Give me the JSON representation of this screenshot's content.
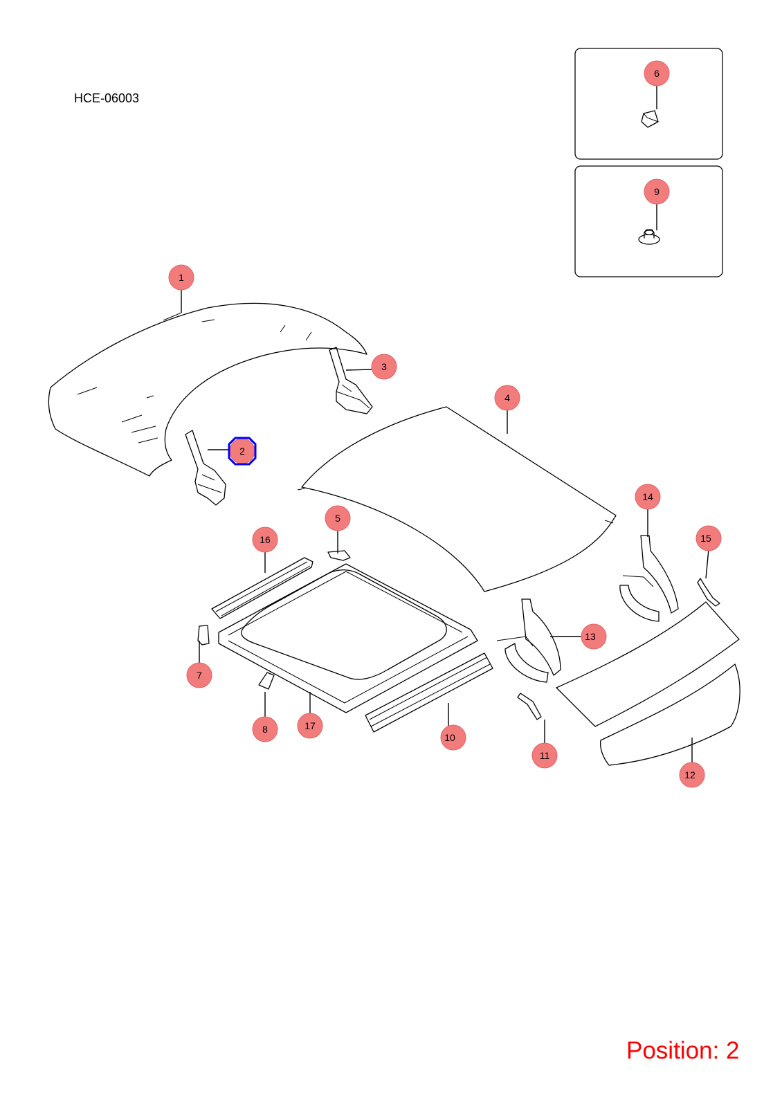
{
  "diagram_code": "HCE-06003",
  "position_label": "Position: 2",
  "selected_position": "2",
  "colors": {
    "callout_fill": "#f27c7c",
    "highlight": "#0000ff",
    "position_text": "#ff0000"
  },
  "callouts": [
    {
      "id": "1",
      "label": "1"
    },
    {
      "id": "2",
      "label": "2"
    },
    {
      "id": "3",
      "label": "3"
    },
    {
      "id": "4",
      "label": "4"
    },
    {
      "id": "5",
      "label": "5"
    },
    {
      "id": "6",
      "label": "6"
    },
    {
      "id": "7",
      "label": "7"
    },
    {
      "id": "8",
      "label": "8"
    },
    {
      "id": "9",
      "label": "9"
    },
    {
      "id": "10",
      "label": "10"
    },
    {
      "id": "11",
      "label": "11"
    },
    {
      "id": "12",
      "label": "12"
    },
    {
      "id": "13",
      "label": "13"
    },
    {
      "id": "14",
      "label": "14"
    },
    {
      "id": "15",
      "label": "15"
    },
    {
      "id": "16",
      "label": "16"
    },
    {
      "id": "17",
      "label": "17"
    }
  ]
}
